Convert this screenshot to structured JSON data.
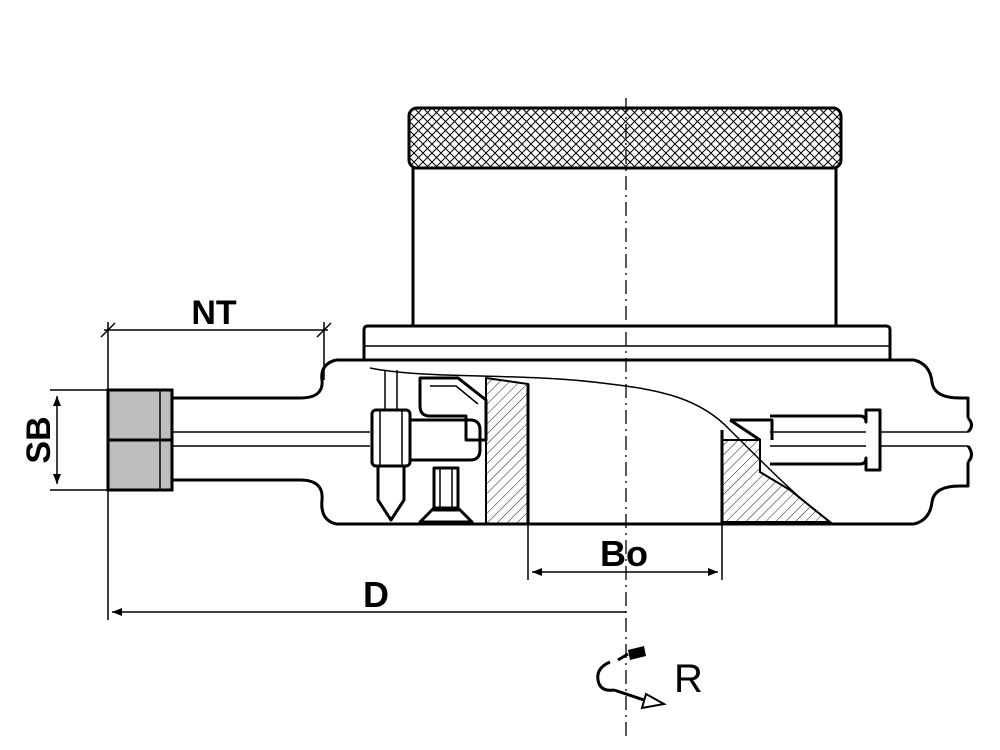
{
  "labels": {
    "nt": "NT",
    "sb": "SB",
    "bo": "Bo",
    "d": "D",
    "r": "R"
  },
  "colors": {
    "line": "#000000",
    "knife": "#bdbdbd",
    "background": "#ffffff"
  }
}
